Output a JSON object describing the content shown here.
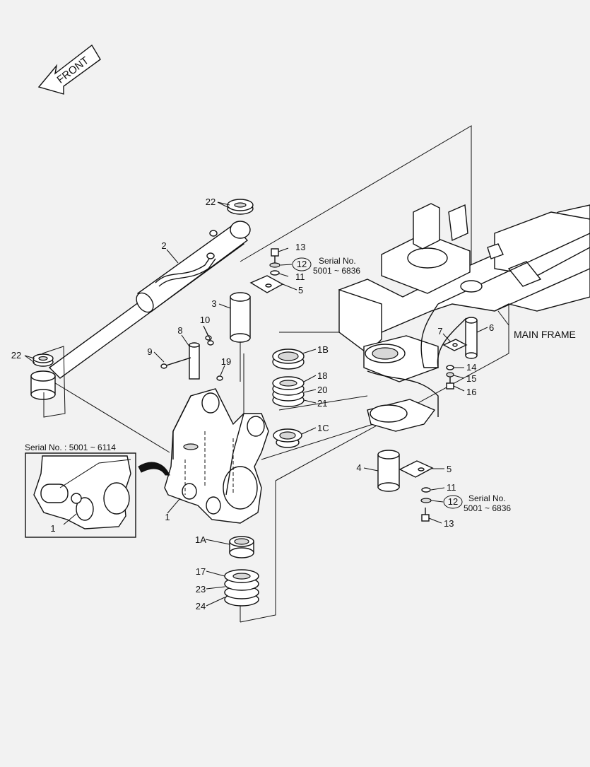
{
  "front_arrow": {
    "text": "FRONT"
  },
  "main_frame_label": "MAIN FRAME",
  "inset": {
    "serial_label": "Serial No. : 5001 ~ 6114",
    "callout": "1"
  },
  "serial_notes": [
    {
      "title": "Serial No.",
      "range": "5001 ~ 6836"
    },
    {
      "title": "Serial No.",
      "range": "5001 ~ 6836"
    }
  ],
  "callouts": {
    "c1": "1",
    "c1A": "1A",
    "c1B": "1B",
    "c1C": "1C",
    "c2": "2",
    "c3": "3",
    "c4": "4",
    "c5a": "5",
    "c5b": "5",
    "c6": "6",
    "c7": "7",
    "c8": "8",
    "c9": "9",
    "c10": "10",
    "c11a": "11",
    "c11b": "11",
    "c12a": "12",
    "c12b": "12",
    "c13a": "13",
    "c13b": "13",
    "c14": "14",
    "c15": "15",
    "c16": "16",
    "c17": "17",
    "c18": "18",
    "c19": "19",
    "c20": "20",
    "c21": "21",
    "c22a": "22",
    "c22b": "22",
    "c23": "23",
    "c24": "24"
  },
  "colors": {
    "ink": "#111111",
    "background": "#f2f2f2",
    "part_fill": "#ffffff",
    "shade": "#d8d8d8"
  }
}
